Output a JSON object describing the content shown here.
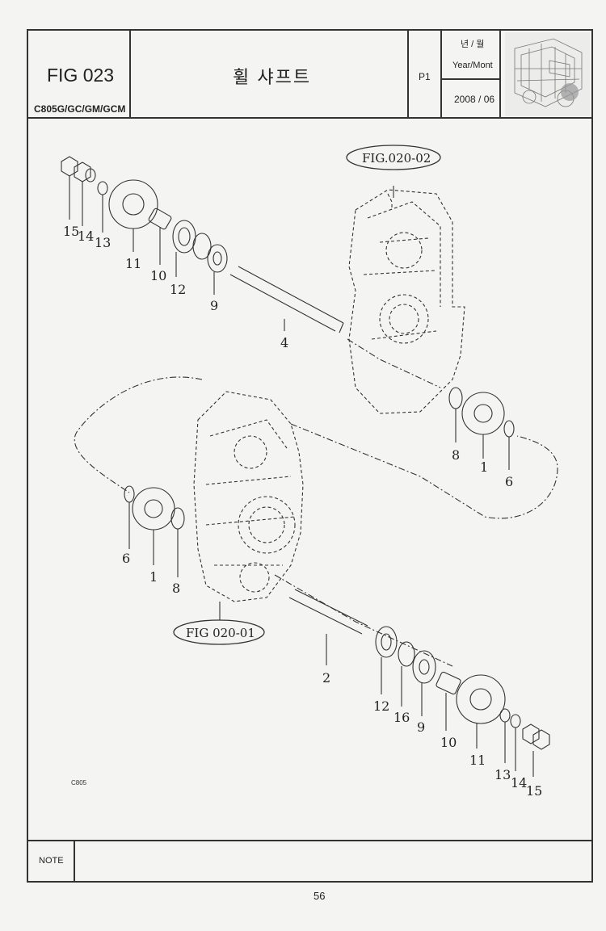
{
  "header": {
    "fig_label": "FIG 023",
    "model": "C805G/GC/GM/GCM",
    "title": "휠 샤프트",
    "page_ref": "P1",
    "year_label_kr": "년 / 월",
    "year_label_en": "Year/Mont",
    "date": "2008 / 06"
  },
  "diagram": {
    "ref_upper": "FIG.020-02",
    "ref_lower": "FIG 020-01",
    "code": "C805",
    "upper_callouts": [
      "15",
      "14",
      "13",
      "11",
      "10",
      "12",
      "9",
      "4",
      "8",
      "1",
      "6"
    ],
    "lower_callouts": [
      "6",
      "1",
      "8",
      "2",
      "12",
      "16",
      "9",
      "10",
      "11",
      "13",
      "14",
      "15"
    ]
  },
  "footer": {
    "note_label": "NOTE",
    "page_number": "56"
  }
}
